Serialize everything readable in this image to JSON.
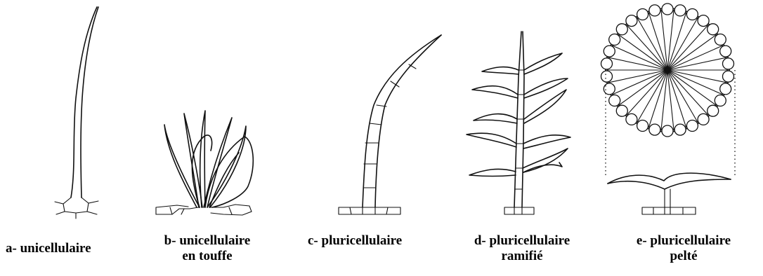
{
  "figures": [
    {
      "id": "a",
      "label_lines": [
        "a- unicellulaire"
      ]
    },
    {
      "id": "b",
      "label_lines": [
        "b- unicellulaire",
        "en touffe"
      ]
    },
    {
      "id": "c",
      "label_lines": [
        "c- pluricellulaire"
      ]
    },
    {
      "id": "d",
      "label_lines": [
        "d- pluricellulaire",
        "ramifié"
      ]
    },
    {
      "id": "e",
      "label_lines": [
        "e- pluricellulaire",
        "pelté"
      ]
    }
  ]
}
